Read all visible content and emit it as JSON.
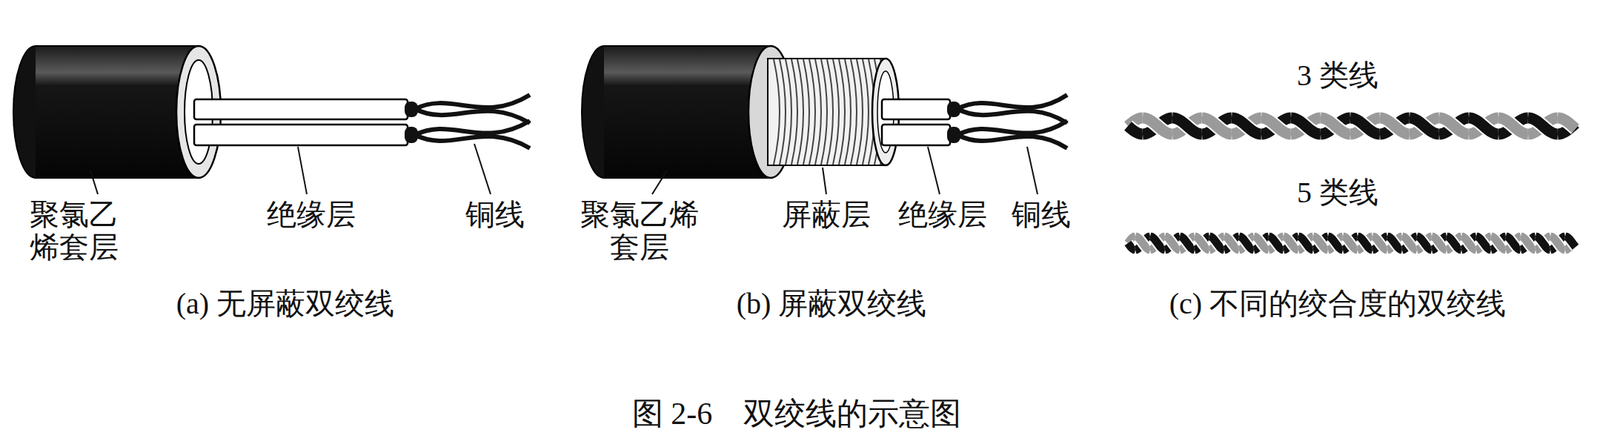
{
  "diagram": {
    "caption": "图 2-6　双绞线的示意图",
    "labels": [
      "聚氯乙烯套层",
      "绝缘层",
      "铜线",
      "(a) 无屏蔽双绞线",
      "聚氯乙烯套层",
      "屏蔽层",
      "绝缘层",
      "铜线",
      "(b) 屏蔽双绞线",
      "3 类线",
      "5 类线",
      "(c) 不同的绞合度的双绞线"
    ]
  }
}
